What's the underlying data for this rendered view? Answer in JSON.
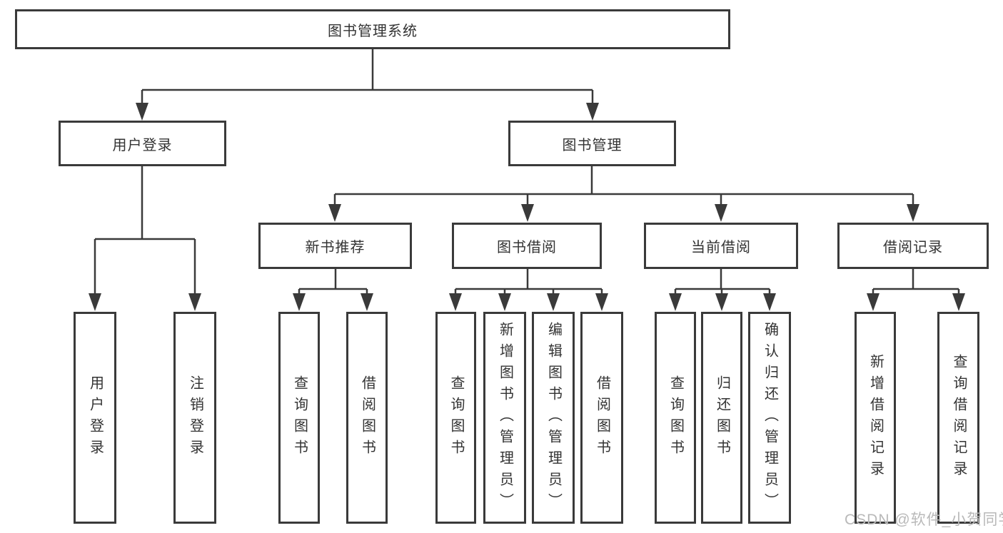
{
  "diagram": {
    "root_label": "图书管理系统",
    "branches": {
      "user_login": {
        "label": "用户登录",
        "children": [
          "用户登录",
          "注销登录"
        ]
      },
      "book_mgmt": {
        "label": "图书管理",
        "sections": {
          "new_book_rec": {
            "label": "新书推荐",
            "children": [
              "查询图书",
              "借阅图书"
            ]
          },
          "book_borrow": {
            "label": "图书借阅",
            "children": [
              "查询图书",
              "新增图书（管理员）",
              "编辑图书（管理员）",
              "借阅图书"
            ]
          },
          "current_borrow": {
            "label": "当前借阅",
            "children": [
              "查询图书",
              "归还图书",
              "确认归还（管理员）"
            ]
          },
          "borrow_records": {
            "label": "借阅记录",
            "children": [
              "新增借阅记录",
              "查询借阅记录"
            ]
          }
        }
      }
    },
    "watermark": "CSDN @软件_小贺同学",
    "colors": {
      "line": "#3a3a3a",
      "text": "#333333",
      "watermark_text": "#b9b9b9",
      "background": "#ffffff"
    }
  }
}
